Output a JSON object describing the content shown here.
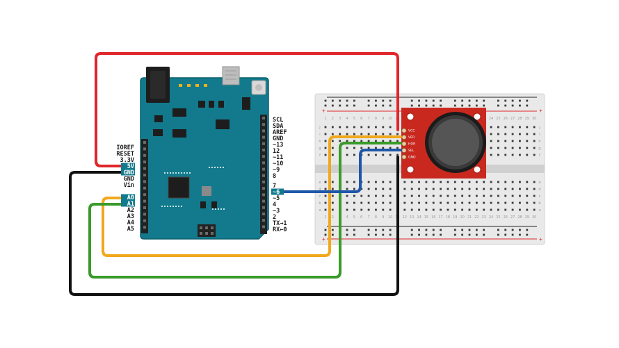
{
  "diagram": {
    "arduino": {
      "left_pins": [
        "IOREF",
        "RESET",
        "3.3V",
        "5V",
        "GND",
        "GND",
        "Vin",
        "A0",
        "A1",
        "A2",
        "A3",
        "A4",
        "A5"
      ],
      "left_highlight": [
        "5V",
        "GND",
        "A0",
        "A1"
      ],
      "right_pins": [
        "SCL",
        "SDA",
        "AREF",
        "GND",
        "~13",
        "12",
        "~11",
        "~10",
        "~9",
        "8",
        "7",
        "~6",
        "~5",
        "4",
        "~3",
        "2",
        "TX→1",
        "RX←0"
      ],
      "right_highlight": [
        "~6"
      ]
    },
    "breadboard": {
      "columns": [
        "1",
        "2",
        "3",
        "4",
        "5",
        "6",
        "7",
        "8",
        "9",
        "10",
        "11",
        "12",
        "13",
        "14",
        "15",
        "16",
        "17",
        "18",
        "19",
        "20",
        "21",
        "22",
        "23",
        "24",
        "25",
        "26",
        "27",
        "28",
        "29",
        "30"
      ],
      "row_letters_top": [
        "j",
        "i",
        "h",
        "g",
        "f"
      ],
      "row_letters_bottom": [
        "e",
        "d",
        "c",
        "b",
        "a"
      ]
    },
    "joystick": {
      "pins": [
        "VCC",
        "VER",
        "HOR",
        "SEL",
        "GND"
      ]
    },
    "colors": {
      "red_wire": "#e0262b",
      "black_wire": "#111111",
      "yellow_wire": "#f0a81d",
      "green_wire": "#3a9a2a",
      "blue_wire": "#1f57a8",
      "board": "#127a8c",
      "joystick_pcb": "#c9281f"
    }
  }
}
